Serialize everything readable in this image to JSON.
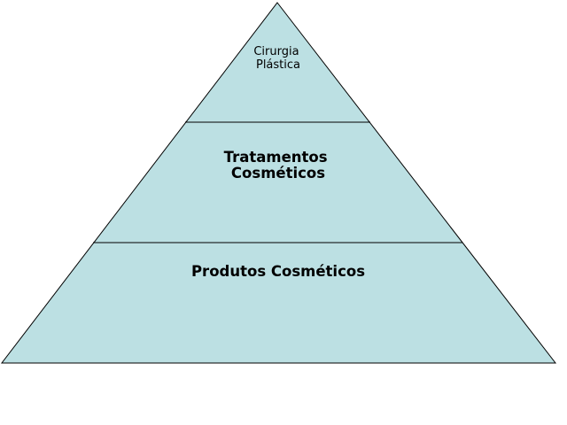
{
  "pyramid": {
    "fill_color": "#bce0e3",
    "stroke_color": "#000000",
    "tiers": [
      {
        "lines": [
          "Cirurgia",
          "Plástica"
        ]
      },
      {
        "lines": [
          "Tratamentos",
          "Cosméticos"
        ]
      },
      {
        "lines": [
          "Produtos Cosméticos"
        ]
      }
    ]
  }
}
